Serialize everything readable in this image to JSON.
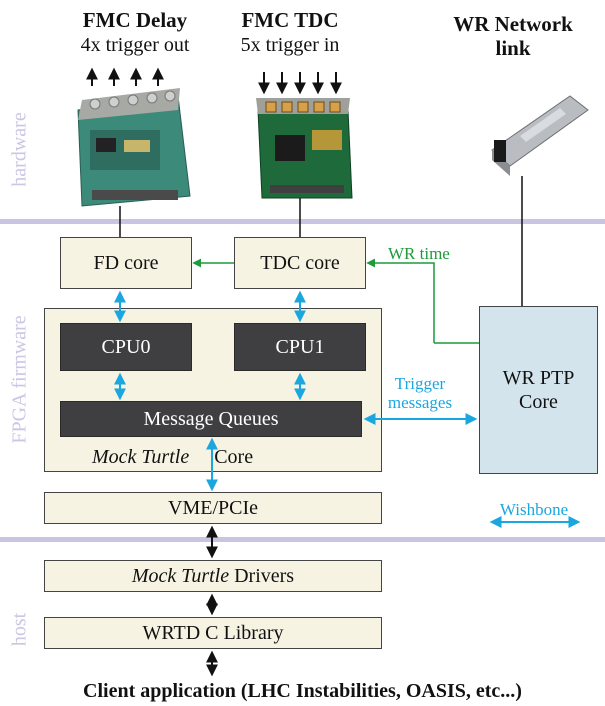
{
  "header": {
    "fmc_delay_title": "FMC Delay",
    "fmc_delay_sub": "4x trigger out",
    "fmc_tdc_title": "FMC TDC",
    "fmc_tdc_sub": "5x trigger in",
    "wr_network_title": "WR Network link"
  },
  "layers": {
    "hardware": "hardware",
    "firmware": "FPGA firmware",
    "host": "host"
  },
  "firmware": {
    "fd_core": "FD core",
    "tdc_core": "TDC core",
    "cpu0": "CPU0",
    "cpu1": "CPU1",
    "message_queues": "Message Queues",
    "mock_turtle_italic": "Mock Turtle",
    "core_word": "Core",
    "vme_pcie": "VME/PCIe",
    "wr_ptp_core": "WR PTP Core",
    "wr_time_label": "WR time",
    "trigger_messages_label": "Trigger messages",
    "wishbone_label": "Wishbone"
  },
  "host": {
    "mock_turtle_italic": "Mock Turtle",
    "drivers_word": "Drivers",
    "wrtd_library": "WRTD C Library",
    "client_application": "Client application (LHC Instabilities, OASIS, etc...)"
  },
  "colors": {
    "wishbone": "#1aa7e0",
    "wr_time": "#1f9a3a",
    "separator": "#c8c4e2",
    "box_fill": "#f7f3e3",
    "dark_fill": "#3f3f41",
    "wr_ptp_fill": "#d4e4ec"
  }
}
